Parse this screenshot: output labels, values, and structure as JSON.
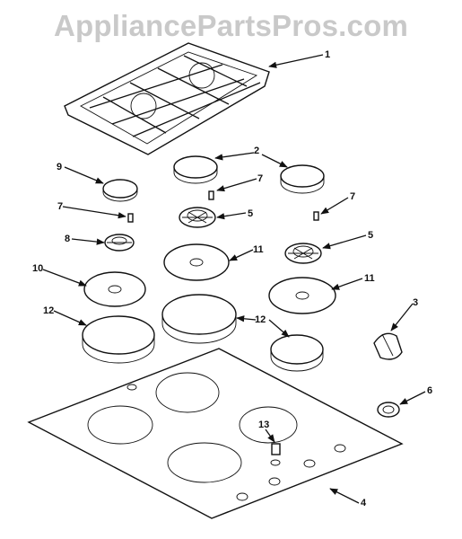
{
  "watermark": "AppliancePartsPros.com",
  "callouts": {
    "c1": "1",
    "c2": "2",
    "c3": "3",
    "c4": "4",
    "c5a": "5",
    "c5b": "5",
    "c6": "6",
    "c7a": "7",
    "c7b": "7",
    "c7c": "7",
    "c8": "8",
    "c9": "9",
    "c10": "10",
    "c11a": "11",
    "c11b": "11",
    "c12a": "12",
    "c12b": "12",
    "c13": "13"
  }
}
